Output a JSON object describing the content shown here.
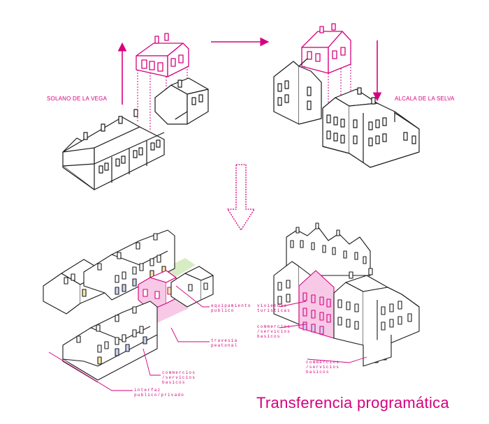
{
  "labels": {
    "town_left": "SOLANO DE LA VEGA",
    "town_right": "ALCALA DE LA SELVA",
    "title": "Transferencia programática"
  },
  "annotations": {
    "equipamiento": "equipamiento\npublico",
    "travesia": "travesia\npeatonal",
    "commercios_left": "commercios\n/servicios\nbasicos",
    "interfaz": "interfaz\npublico/privado",
    "viviendas": "viviendas\nturisticas",
    "commercios_center": "commercios\n/servicios\nbasicos",
    "commercios_right": "commercios\n/servicios\nbasicos"
  },
  "colors": {
    "accent": "#d6007e",
    "line": "#1a1a1a",
    "fill": "#ffffff",
    "pink_fill": "#f7c9e6",
    "green_fill": "#d8ecc4",
    "blue_window": "#c9d4f2",
    "yellow_window": "#f6e7a6"
  }
}
